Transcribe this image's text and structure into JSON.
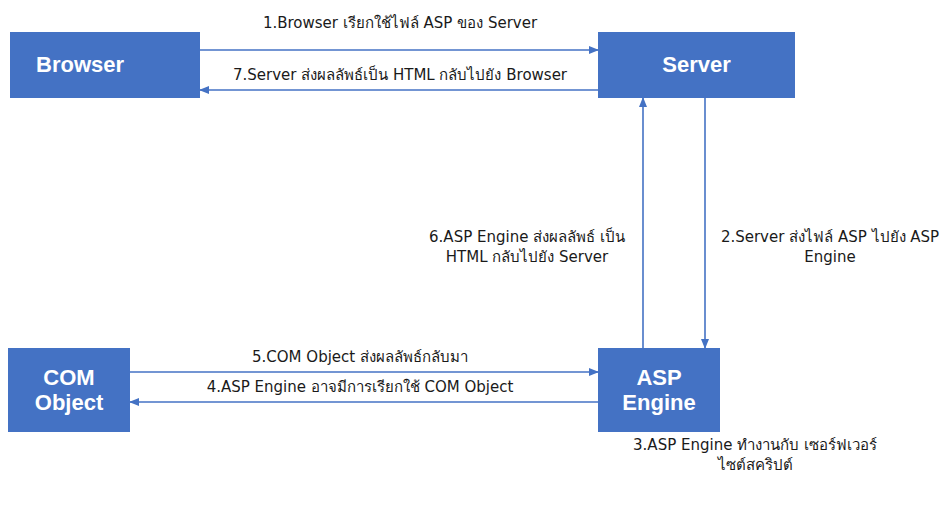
{
  "diagram": {
    "nodes": [
      {
        "text": [
          "Browser"
        ]
      },
      {
        "text": [
          "Server"
        ]
      },
      {
        "text": [
          "COM Object"
        ]
      },
      {
        "text": [
          "ASP Engine"
        ]
      }
    ],
    "edges": [
      {
        "from": 0,
        "to": 1,
        "label": "1.Browser เรียกใช้ไฟล์ ASP ของ Server",
        "arrow": "to"
      },
      {
        "from": 1,
        "to": 0,
        "label": "7.Server ส่งผลลัพธ์เป็น HTML กลับไปยัง Browser",
        "arrow": "to"
      },
      {
        "from": 1,
        "to": 3,
        "label": "2.Server ส่งไฟล์ ASP ไปยัง ASP Engine",
        "arrow": "to"
      },
      {
        "from": 3,
        "to": 1,
        "label": "6.ASP Engine ส่งผลลัพธ์ เป็น HTML กลับไปยัง Server",
        "arrow": "to"
      },
      {
        "from": 2,
        "to": 3,
        "label": "5.COM Object ส่งผลลัพธ์กลับมา",
        "arrow": "to"
      },
      {
        "from": 3,
        "to": 2,
        "label": "4.ASP Engine อาจมีการเรียกใช้ COM Object",
        "arrow": "to"
      }
    ],
    "labels": [
      "3.ASP Engine ทำงานกับ เซอร์ฟเวอร์ไซต์สคริปต์"
    ]
  }
}
